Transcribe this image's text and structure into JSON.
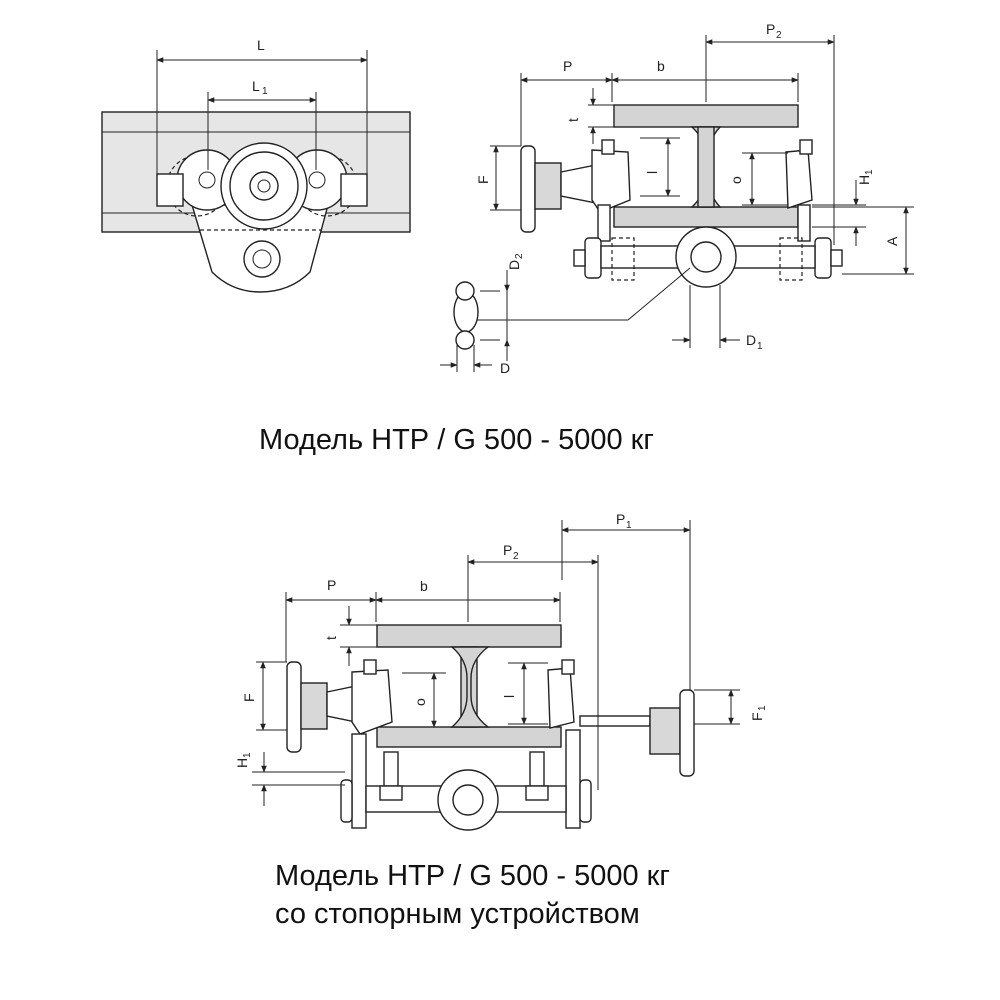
{
  "captions": {
    "model_top": "Модель НТР / G 500 - 5000 кг",
    "model_bottom": "Модель НТР / G 500 - 5000 кг",
    "model_bottom_note": "со стопорным устройством"
  },
  "labels": {
    "L": "L",
    "L1": "L",
    "L1_sub": "1",
    "P": "P",
    "b": "b",
    "P2": "P",
    "P2_sub": "2",
    "P1": "P",
    "P1_sub": "1",
    "t": "t",
    "F": "F",
    "F1": "F",
    "F1_sub": "1",
    "l": "l",
    "o": "o",
    "H1": "H",
    "H1_sub": "1",
    "A": "A",
    "D": "D",
    "D1": "D",
    "D1_sub": "1",
    "D2": "D",
    "D2_sub": "2"
  }
}
